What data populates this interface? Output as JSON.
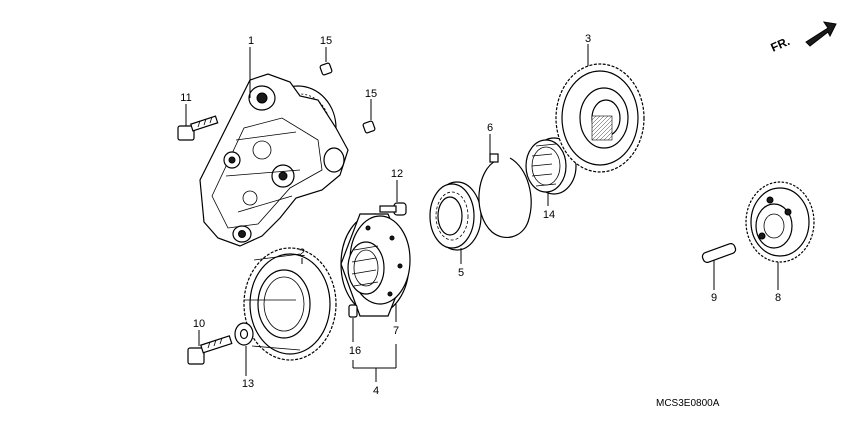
{
  "diagram_code": "MCS3E0800A",
  "direction_label": "FR.",
  "callouts": {
    "c1": "1",
    "c2": "2",
    "c3": "3",
    "c4": "4",
    "c5": "5",
    "c6": "6",
    "c7": "7",
    "c8": "8",
    "c9": "9",
    "c10": "10",
    "c11": "11",
    "c12": "12",
    "c13": "13",
    "c14": "14",
    "c15a": "15",
    "c15b": "15",
    "c16": "16"
  }
}
